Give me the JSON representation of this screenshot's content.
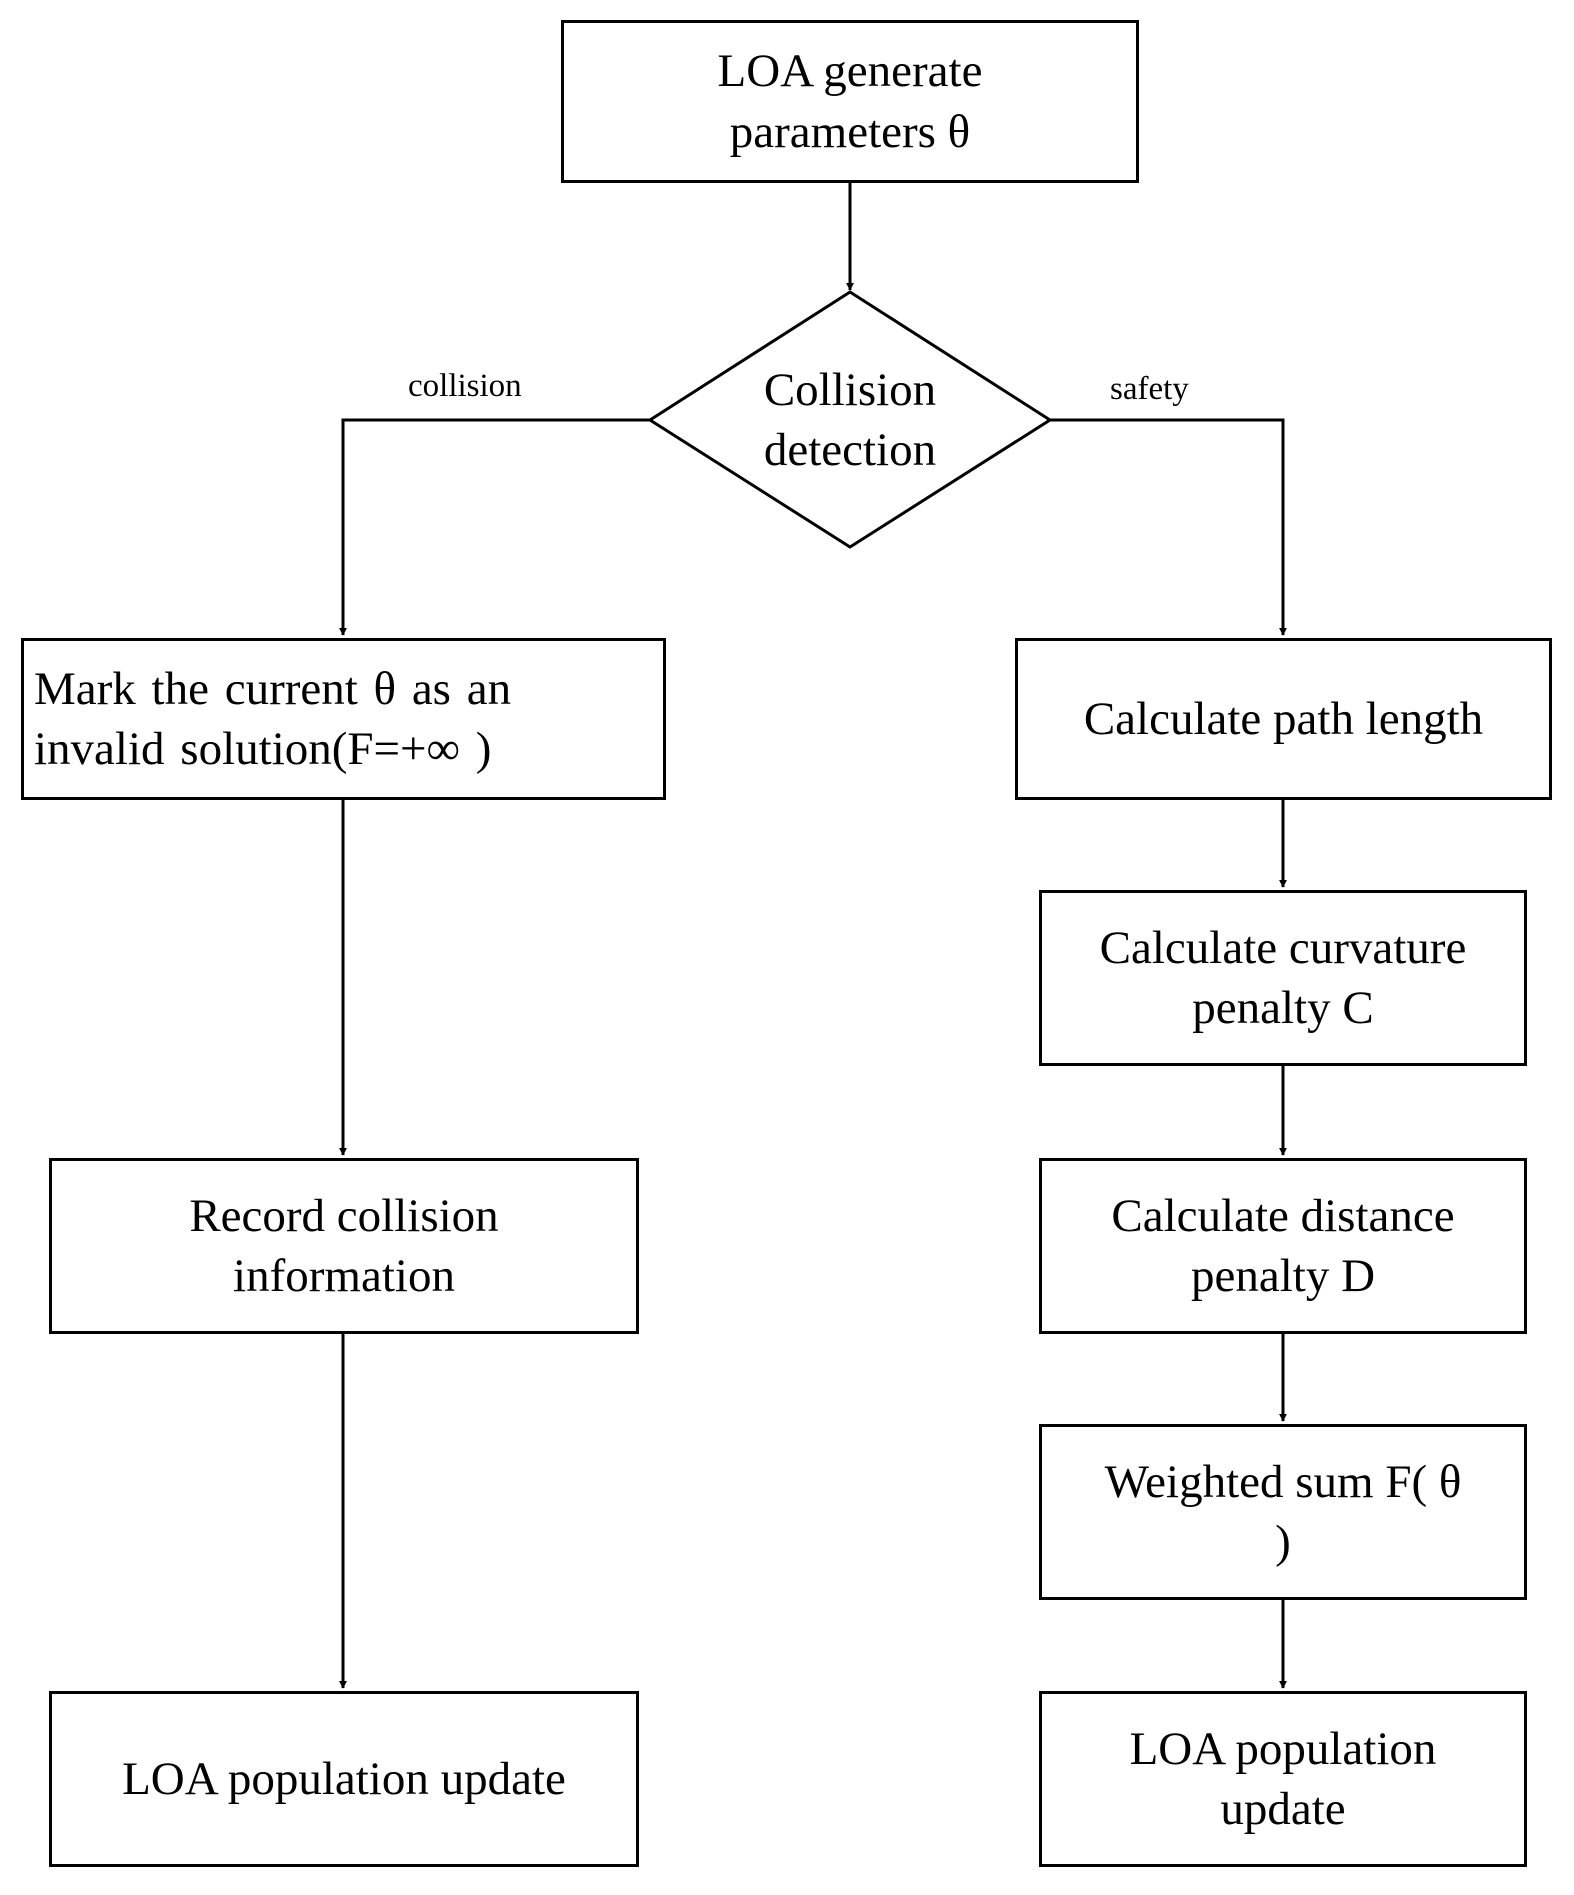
{
  "nodes": {
    "start": {
      "text": "LOA generate parameters θ"
    },
    "decision": {
      "text": "Collision detection"
    },
    "mark_invalid": {
      "text": "Mark the current θ as an invalid solution(F=+∞ )"
    },
    "record": {
      "text": "Record collision information"
    },
    "left_update": {
      "text": "LOA population update"
    },
    "path_length": {
      "text": "Calculate path length"
    },
    "curvature": {
      "text": "Calculate curvature penalty C"
    },
    "distance": {
      "text": "Calculate distance penalty D"
    },
    "weighted": {
      "text": "Weighted sum F( θ )"
    },
    "right_update": {
      "text": "LOA population update"
    }
  },
  "edge_labels": {
    "collision": "collision",
    "safety": "safety"
  },
  "colors": {
    "stroke": "#000000",
    "background": "#ffffff"
  }
}
